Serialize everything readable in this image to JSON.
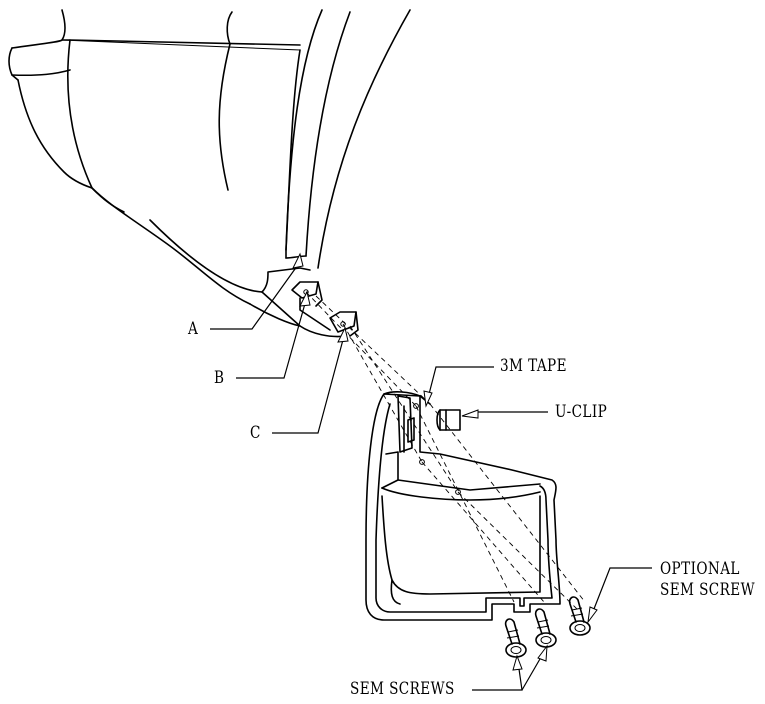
{
  "labels": {
    "a": "A",
    "b": "B",
    "c": "C",
    "tape": "3M TAPE",
    "uclip": "U-CLIP",
    "optional_line1": "OPTIONAL",
    "optional_line2": "SEM SCREW",
    "sem_screws": "SEM SCREWS"
  }
}
